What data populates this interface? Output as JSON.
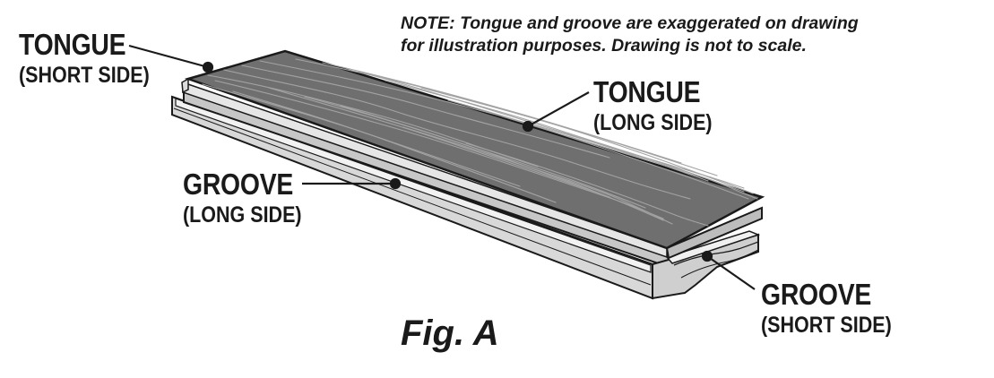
{
  "note": {
    "line1": "NOTE: Tongue and groove are exaggerated on drawing",
    "line2": "for illustration purposes. Drawing is not to scale."
  },
  "labels": {
    "tongue_short": {
      "main": "TONGUE",
      "sub": "(SHORT SIDE)"
    },
    "tongue_long": {
      "main": "TONGUE",
      "sub": "(LONG SIDE)"
    },
    "groove_long": {
      "main": "GROOVE",
      "sub": "(LONG SIDE)"
    },
    "groove_short": {
      "main": "GROOVE",
      "sub": "(SHORT SIDE)"
    }
  },
  "caption": "Fig. A",
  "colors": {
    "ink": "#1a1a1a",
    "board_top": "#6f6f6f",
    "board_edge": "#c9c9c9",
    "groove_face": "#dcdcdc",
    "grain": "#9a9a9a"
  }
}
